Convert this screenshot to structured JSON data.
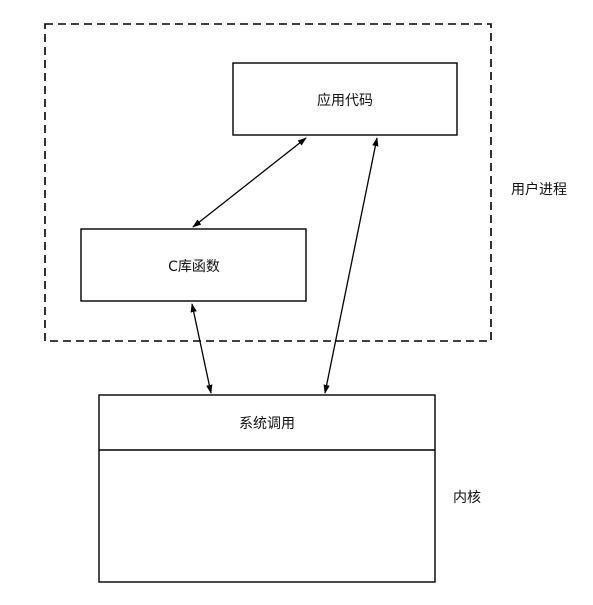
{
  "diagram": {
    "user_process_label": "用户进程",
    "app_code_label": "应用代码",
    "c_library_label": "C库函数",
    "syscall_label": "系统调用",
    "kernel_label": "内核"
  }
}
